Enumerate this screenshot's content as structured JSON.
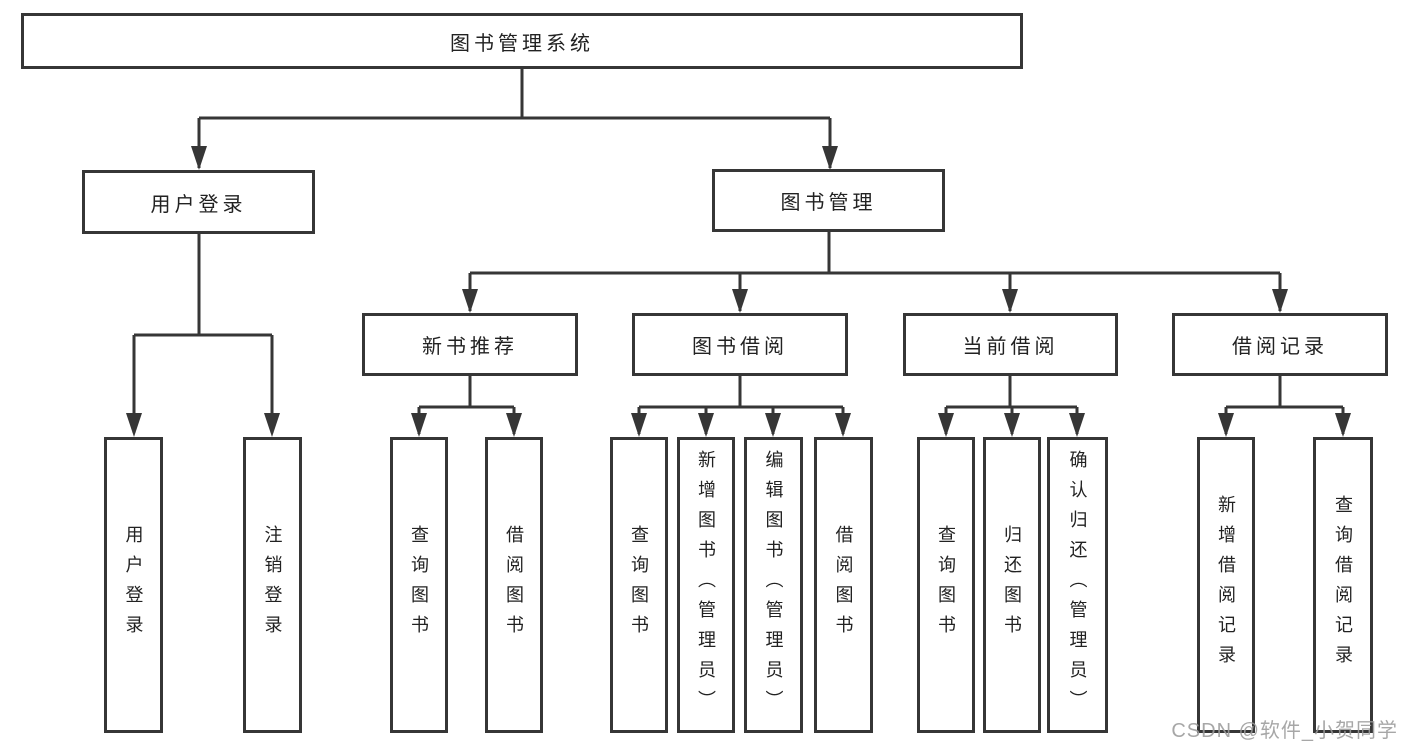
{
  "tree": {
    "root": {
      "label": "图书管理系统"
    },
    "branches": [
      {
        "label": "用户登录",
        "children": [
          "用户登录",
          "注销登录"
        ]
      },
      {
        "label": "图书管理",
        "sections": [
          {
            "label": "新书推荐",
            "children": [
              "查询图书",
              "借阅图书"
            ]
          },
          {
            "label": "图书借阅",
            "children": [
              "查询图书",
              "新增图书（管理员）",
              "编辑图书（管理员）",
              "借阅图书"
            ]
          },
          {
            "label": "当前借阅",
            "children": [
              "查询图书",
              "归还图书",
              "确认归还（管理员）"
            ]
          },
          {
            "label": "借阅记录",
            "children": [
              "新增借阅记录",
              "查询借阅记录"
            ]
          }
        ]
      }
    ]
  },
  "watermark": "CSDN @软件_小贺同学",
  "colors": {
    "line": "#363636",
    "text": "#222222",
    "watermark": "#9c9c9c",
    "background": "#ffffff"
  }
}
